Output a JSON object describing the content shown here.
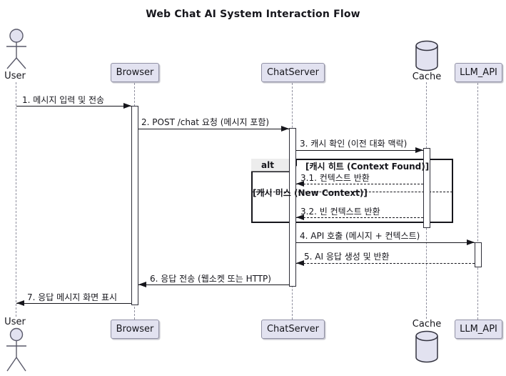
{
  "title": "Web Chat AI System Interaction Flow",
  "participants": {
    "user": {
      "label": "User",
      "type": "actor"
    },
    "browser": {
      "label": "Browser",
      "type": "participant"
    },
    "chatserver": {
      "label": "ChatServer",
      "type": "participant"
    },
    "cache": {
      "label": "Cache",
      "type": "database"
    },
    "llm_api": {
      "label": "LLM_API",
      "type": "participant"
    }
  },
  "messages": [
    {
      "id": "1",
      "label": "1. 메시지 입력 및 전송",
      "from": "User",
      "to": "Browser",
      "style": "solid"
    },
    {
      "id": "2",
      "label": "2. POST /chat 요청 (메시지 포함)",
      "from": "Browser",
      "to": "ChatServer",
      "style": "solid"
    },
    {
      "id": "3",
      "label": "3. 캐시 확인 (이전 대화 맥락)",
      "from": "ChatServer",
      "to": "Cache",
      "style": "solid"
    },
    {
      "id": "3.1",
      "label": "3.1. 컨텍스트 반환",
      "from": "Cache",
      "to": "ChatServer",
      "style": "dashed"
    },
    {
      "id": "3.2",
      "label": "3.2. 빈 컨텍스트 반환",
      "from": "Cache",
      "to": "ChatServer",
      "style": "dashed"
    },
    {
      "id": "4",
      "label": "4. API 호출 (메시지 + 컨텍스트)",
      "from": "ChatServer",
      "to": "LLM_API",
      "style": "solid"
    },
    {
      "id": "5",
      "label": "5. AI 응답 생성 및 반환",
      "from": "LLM_API",
      "to": "ChatServer",
      "style": "dashed"
    },
    {
      "id": "6",
      "label": "6. 응답 전송 (웹소켓 또는 HTTP)",
      "from": "ChatServer",
      "to": "Browser",
      "style": "solid"
    },
    {
      "id": "7",
      "label": "7. 응답 메시지 화면 표시",
      "from": "Browser",
      "to": "User",
      "style": "solid"
    }
  ],
  "alt_frame": {
    "operator": "alt",
    "guards": [
      "[캐시 히트 (Context Found)]",
      "[캐시 미스 (New Context)]"
    ]
  },
  "colors": {
    "participant_fill": "#E2E2F0",
    "participant_border": "#9191a5",
    "line": "#16161c",
    "frame_tab_fill": "#EDEDED",
    "background": "#FFFFFF"
  }
}
